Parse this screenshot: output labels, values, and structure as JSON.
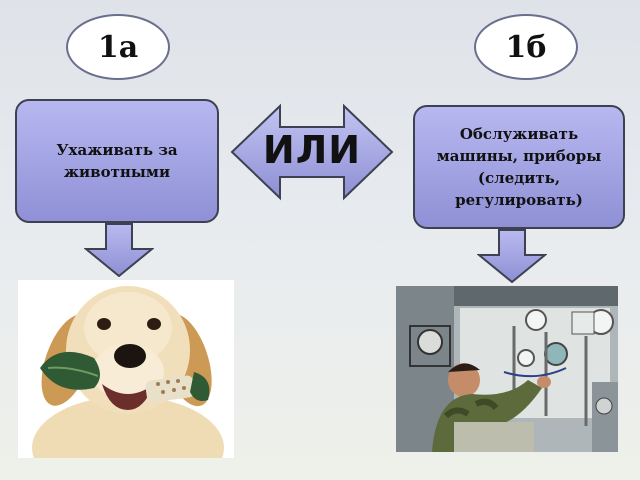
{
  "labels": {
    "option_a": "1а",
    "option_b": "1б",
    "connector": "ИЛИ"
  },
  "boxes": {
    "a_text": "Ухаживать за животными",
    "b_text": "Обслуживать машины, приборы (следить, регулировать)"
  },
  "colors": {
    "box_fill": "#a3a4e6",
    "box_border": "#3d4150",
    "arrow_fill": "#9a9cdc",
    "oval_border": "#6a6f8e"
  },
  "images": {
    "left": "dog-holding-toy-photo",
    "right": "worker-adjusting-instruments-photo"
  }
}
